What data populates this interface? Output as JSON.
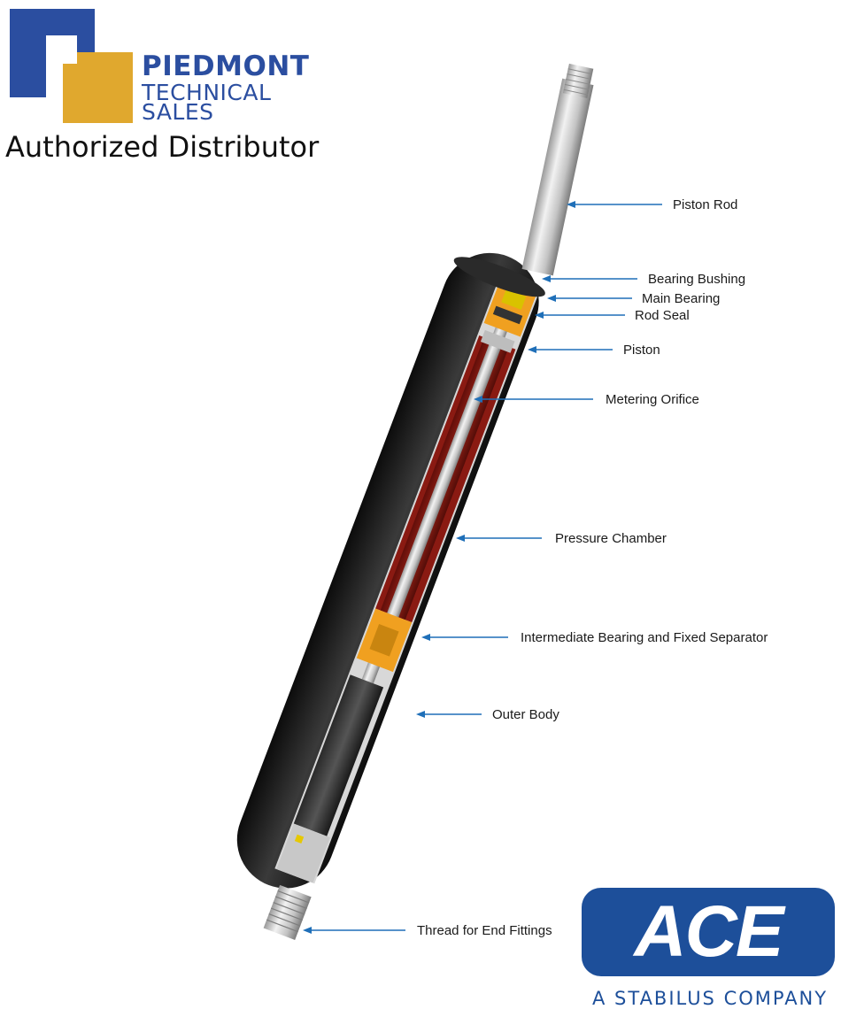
{
  "colors": {
    "brand_blue": "#2b4ea0",
    "brand_gold": "#e0a82e",
    "ace_blue": "#1d4f9a",
    "arrow_blue": "#1f6fb8",
    "oil_red": "#8a1a12",
    "body_black": "#1e1e1e",
    "component_orange": "#f0a020"
  },
  "header": {
    "logo_icon": "piedmont-p-logo",
    "brand_line1": "PIEDMONT",
    "brand_line2": "TECHNICAL",
    "brand_line3": "SALES",
    "tagline": "Authorized Distributor"
  },
  "diagram": {
    "callouts": [
      {
        "id": "piston-rod",
        "label": "Piston Rod"
      },
      {
        "id": "bearing-bushing",
        "label": "Bearing Bushing"
      },
      {
        "id": "main-bearing",
        "label": "Main Bearing"
      },
      {
        "id": "rod-seal",
        "label": "Rod Seal"
      },
      {
        "id": "piston",
        "label": "Piston"
      },
      {
        "id": "metering-orifice",
        "label": "Metering Orifice"
      },
      {
        "id": "pressure-chamber",
        "label": "Pressure Chamber"
      },
      {
        "id": "intermediate-bearing",
        "label": "Intermediate Bearing and Fixed Separator"
      },
      {
        "id": "outer-body",
        "label": "Outer Body"
      },
      {
        "id": "thread-end-fittings",
        "label": "Thread for End Fittings"
      }
    ]
  },
  "footer_logo": {
    "wordmark": "ACE",
    "tagline": "A STABILUS COMPANY"
  }
}
